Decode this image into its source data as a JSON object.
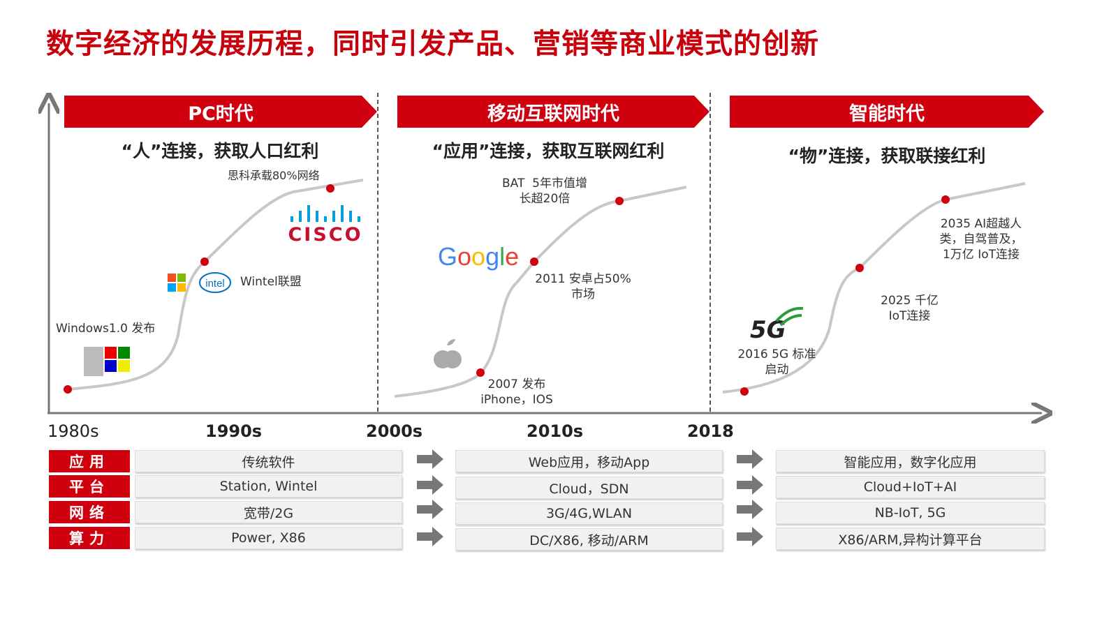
{
  "title": "数字经济的发展历程，同时引发产品、营销等商业模式的创新",
  "eras": [
    {
      "name": "PC时代",
      "subtitle": "“人”连接，获取人口红利",
      "notes": [
        "Windows1.0 发布",
        "Wintel联盟",
        "思科承载80%网络"
      ],
      "logos": [
        "windows-logo",
        "intel",
        "cisco"
      ]
    },
    {
      "name": "移动互联网时代",
      "subtitle": "“应用”连接，获取互联网红利",
      "notes": [
        "2007 发布\niPhone，IOS",
        "2011 安卓占50%\n市场",
        "BAT  5年市值增\n长超20倍"
      ],
      "logos": [
        "apple-logo",
        "Google"
      ]
    },
    {
      "name": "智能时代",
      "subtitle": "“物”连接，获取联接红利",
      "notes": [
        "2016 5G 标准\n启动",
        "2025 千亿\nIoT连接",
        "2035 AI超越人\n类，自驾普及，\n1万亿 IoT连接"
      ],
      "logos": [
        "5G"
      ]
    }
  ],
  "years": [
    "1980s",
    "1990s",
    "2000s",
    "2010s",
    "2018"
  ],
  "rows": [
    {
      "label": "应用",
      "cells": [
        "传统软件",
        "Web应用，移动App",
        "智能应用，数字化应用"
      ]
    },
    {
      "label": "平台",
      "cells": [
        "Station, Wintel",
        "Cloud，SDN",
        "Cloud+IoT+AI"
      ]
    },
    {
      "label": "网络",
      "cells": [
        "宽带/2G",
        "3G/4G,WLAN",
        "NB-IoT, 5G"
      ]
    },
    {
      "label": "算力",
      "cells": [
        "Power, X86",
        "DC/X86, 移动/ARM",
        "X86/ARM,异构计算平台"
      ]
    }
  ],
  "colors": {
    "accent": "#d0000f",
    "curve": "#c8c8c8"
  }
}
